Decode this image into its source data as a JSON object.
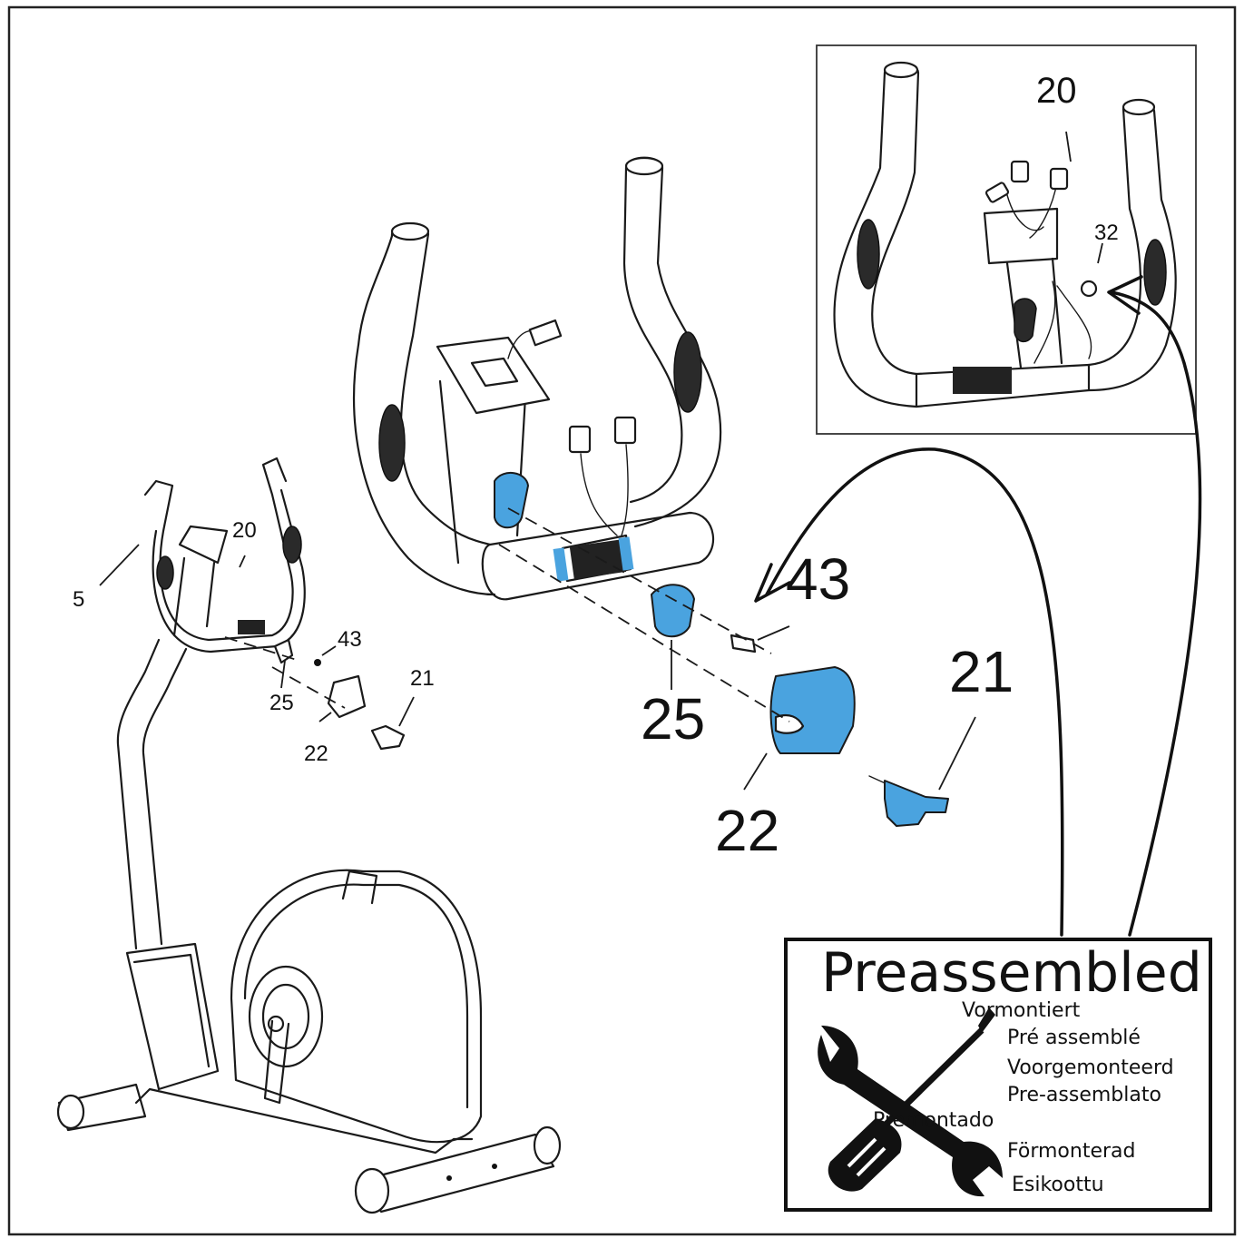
{
  "overview_labels": {
    "p5": "5",
    "p20": "20",
    "p43": "43",
    "p25": "25",
    "p22": "22",
    "p21": "21"
  },
  "detail_labels": {
    "p43": "43",
    "p25": "25",
    "p22": "22",
    "p21": "21"
  },
  "inset_labels": {
    "p20": "20",
    "p32": "32"
  },
  "preassembled": {
    "title": "Preassembled",
    "languages": [
      "Vormontiert",
      "Pré assemblé",
      "Voorgemonteerd",
      "Pre-assemblato",
      "Premontado",
      "Förmonterad",
      "Esikoottu"
    ]
  },
  "colors": {
    "highlight_part": "#4aa3df",
    "outline": "#1a1a1a"
  }
}
